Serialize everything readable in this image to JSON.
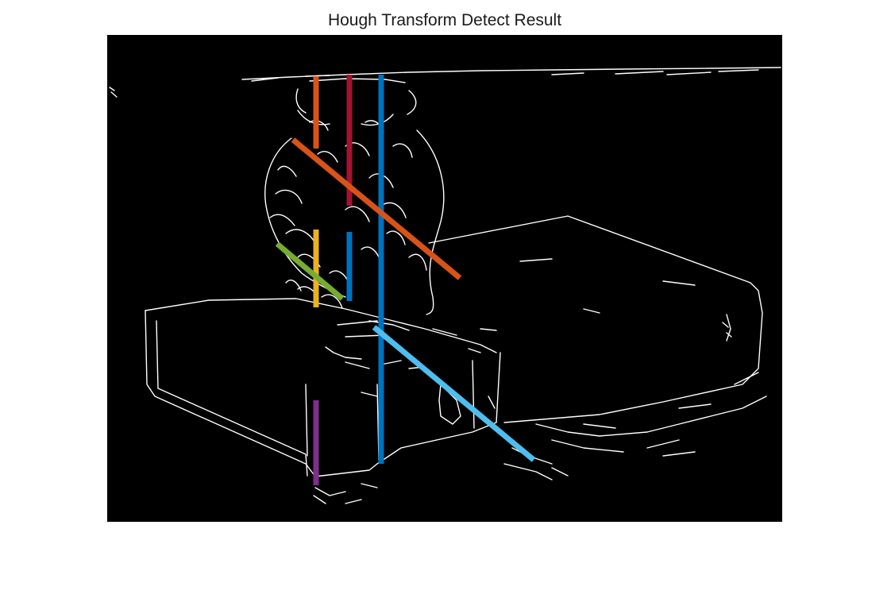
{
  "figure": {
    "title": "Hough Transform Detect Result"
  },
  "image": {
    "description_kind": "edge-detected binary image (white edges on black)",
    "background_color": "#000000",
    "edge_color": "#ffffff"
  },
  "detected_lines": [
    {
      "id": "line-1",
      "color": "#D95319"
    },
    {
      "id": "line-2",
      "color": "#A2142F"
    },
    {
      "id": "line-3",
      "color": "#0072BD"
    },
    {
      "id": "line-4",
      "color": "#D95319"
    },
    {
      "id": "line-5",
      "color": "#EDB120"
    },
    {
      "id": "line-6",
      "color": "#0072BD"
    },
    {
      "id": "line-7",
      "color": "#77AC30"
    },
    {
      "id": "line-8",
      "color": "#4DBEEE"
    },
    {
      "id": "line-9",
      "color": "#7E2F8E"
    }
  ]
}
